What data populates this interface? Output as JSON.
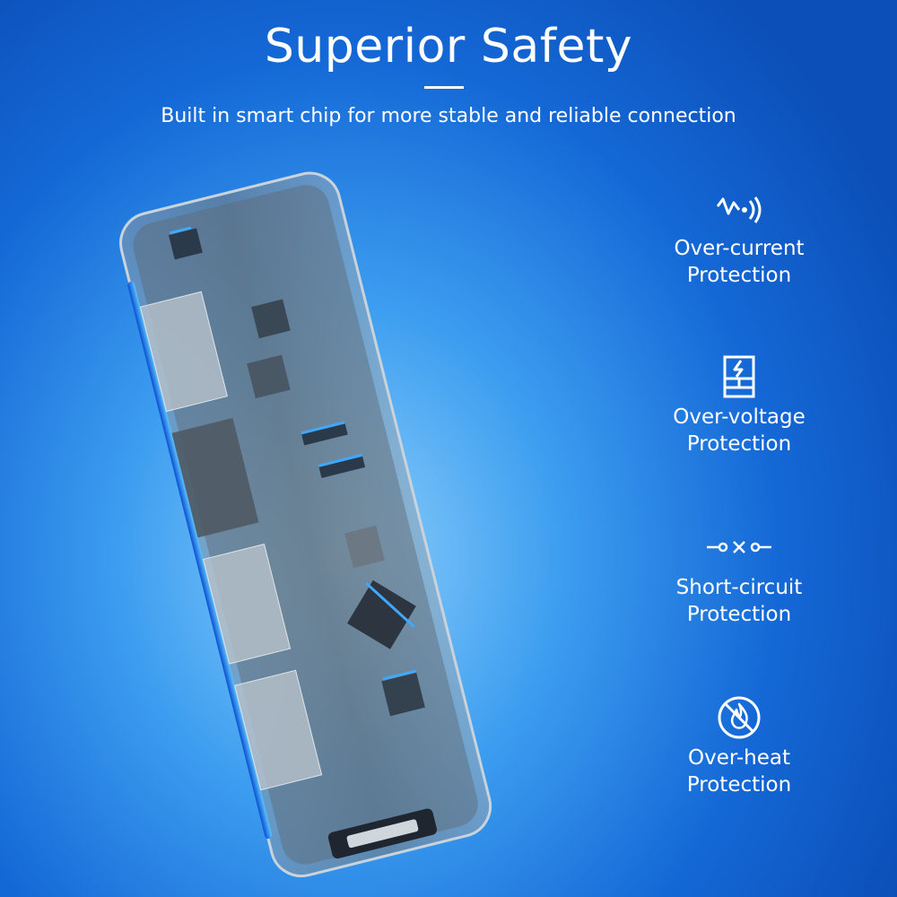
{
  "header": {
    "title": "Superior Safety",
    "subtitle": "Built in smart chip for more stable and reliable connection"
  },
  "features": [
    {
      "icon": "current-wave-icon",
      "line1": "Over-current",
      "line2": "Protection"
    },
    {
      "icon": "battery-lightning-icon",
      "line1": "Over-voltage",
      "line2": "Protection"
    },
    {
      "icon": "broken-circuit-icon",
      "line1": "Short-circuit",
      "line2": "Protection"
    },
    {
      "icon": "no-fire-icon",
      "line1": "Over-heat",
      "line2": "Protection"
    }
  ],
  "colors": {
    "text": "#ffffff",
    "background": "#1468d6",
    "accent": "#6ec6ff"
  }
}
